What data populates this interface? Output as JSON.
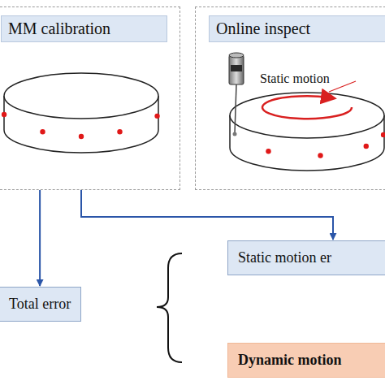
{
  "diagram": {
    "nodes": [
      {
        "text": [
          "MM calibration"
        ]
      },
      {
        "text": [
          "Online inspect"
        ]
      },
      {
        "text": [
          "Total error"
        ]
      },
      {
        "text": [
          "Static motion er"
        ]
      },
      {
        "text": [
          "Dynamic motion"
        ]
      }
    ],
    "edges": [
      {
        "from": 0,
        "to": 2,
        "arrow": "to"
      },
      {
        "from": 0,
        "to": 3,
        "arrow": "to"
      }
    ],
    "labels": [
      "Static motion"
    ]
  }
}
